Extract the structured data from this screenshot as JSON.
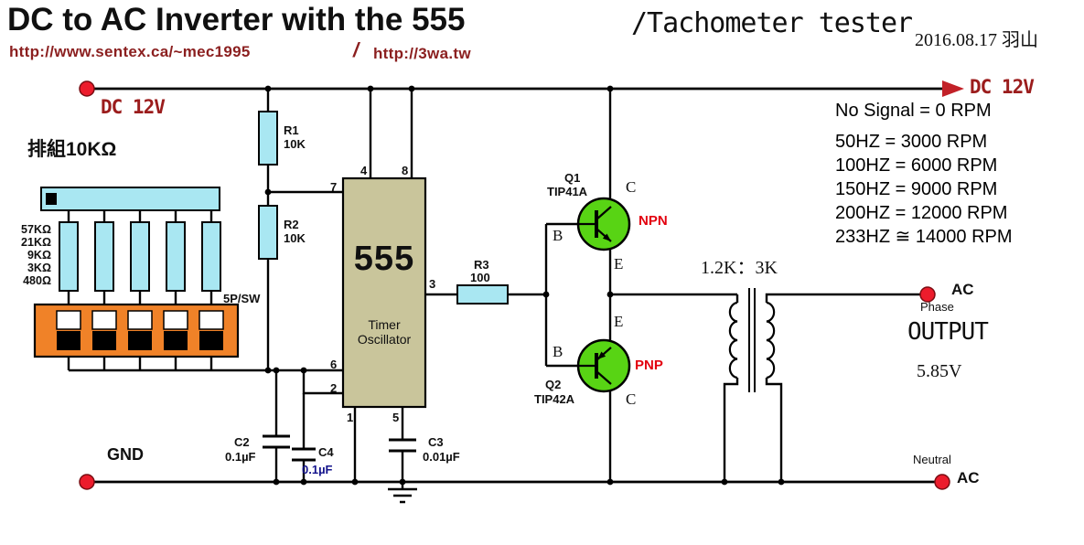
{
  "header": {
    "title_main": "DC to AC Inverter with the 555",
    "title_sub": "/Tachometer tester",
    "date": "2016.08.17 羽山",
    "url_left": "http://www.sentex.ca/~mec1995",
    "url_sep": "/",
    "url_right": "http://3wa.tw"
  },
  "rails": {
    "dc_left_label": "DC 12V",
    "dc_right_label": "DC 12V",
    "gnd_label": "GND"
  },
  "rpm_table": {
    "lines": [
      "No Signal = 0 RPM",
      "50HZ = 3000 RPM",
      "100HZ = 6000 RPM",
      "150HZ = 9000 RPM",
      "200HZ = 12000 RPM",
      "233HZ ≅ 14000 RPM"
    ]
  },
  "ic555": {
    "label": "555",
    "sub1": "Timer",
    "sub2": "Oscillator",
    "pin4": "4",
    "pin8": "8",
    "pin7": "7",
    "pin3": "3",
    "pin6": "6",
    "pin2": "2",
    "pin1": "1",
    "pin5": "5"
  },
  "resistors": {
    "r1_name": "R1",
    "r1_value": "10K",
    "r2_name": "R2",
    "r2_value": "10K",
    "r3_name": "R3",
    "r3_value": "100"
  },
  "capacitors": {
    "c2_name": "C2",
    "c2_value": "0.1µF",
    "c4_name": "C4",
    "c4_value": "0.1µF",
    "c3_name": "C3",
    "c3_value": "0.01µF"
  },
  "resistor_array": {
    "label": "排組10KΩ",
    "values": [
      "57KΩ",
      "21KΩ",
      "9KΩ",
      "3KΩ",
      "480Ω"
    ],
    "switch_label": "5P/SW"
  },
  "transistors": {
    "q1": {
      "name": "Q1",
      "part": "TIP41A",
      "type": "NPN",
      "pin_c": "C",
      "pin_b": "B",
      "pin_e": "E"
    },
    "q2": {
      "name": "Q2",
      "part": "TIP42A",
      "type": "PNP",
      "pin_c": "C",
      "pin_b": "B",
      "pin_e": "E"
    }
  },
  "transformer": {
    "ratio": "1.2K：3K"
  },
  "output": {
    "ac_top": "AC",
    "phase_label": "Phase",
    "output_label": "OUTPUT",
    "voltage": "5.85V",
    "neutral_label": "Neutral",
    "ac_bottom": "AC"
  },
  "colors": {
    "accent_red": "#ec1c2c",
    "maroon": "#9b1c1c",
    "component_cyan": "#a9e7f2",
    "chip_tan": "#c9c59b",
    "transistor_green": "#58d414",
    "switch_orange": "#f08228",
    "wire_black": "#000000"
  }
}
